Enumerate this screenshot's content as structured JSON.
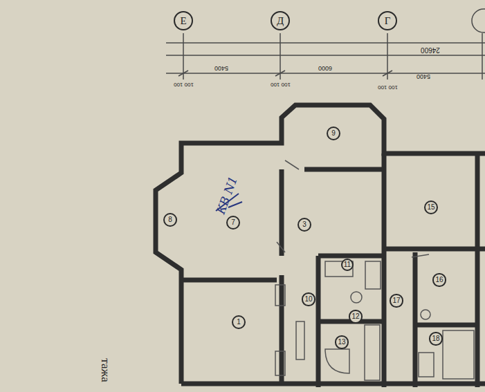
{
  "diagram": {
    "nodes": [
      {
        "text": [
          "Е"
        ]
      },
      {
        "text": [
          "Д"
        ]
      },
      {
        "text": [
          "Г"
        ]
      },
      {
        "text": [
          "8"
        ]
      },
      {
        "text": [
          "7"
        ]
      },
      {
        "text": [
          "3"
        ]
      },
      {
        "text": [
          "9"
        ]
      },
      {
        "text": [
          "1"
        ]
      },
      {
        "text": [
          "10"
        ]
      },
      {
        "text": [
          "11"
        ]
      },
      {
        "text": [
          "12"
        ]
      },
      {
        "text": [
          "13"
        ]
      },
      {
        "text": [
          "15"
        ]
      },
      {
        "text": [
          "16"
        ]
      },
      {
        "text": [
          "17"
        ]
      },
      {
        "text": [
          "18"
        ]
      }
    ],
    "labels": [
      "5400",
      "6000",
      "5400",
      "24600",
      "100 100",
      "100 100",
      "100 100",
      "КВ N1",
      "тажа"
    ]
  }
}
